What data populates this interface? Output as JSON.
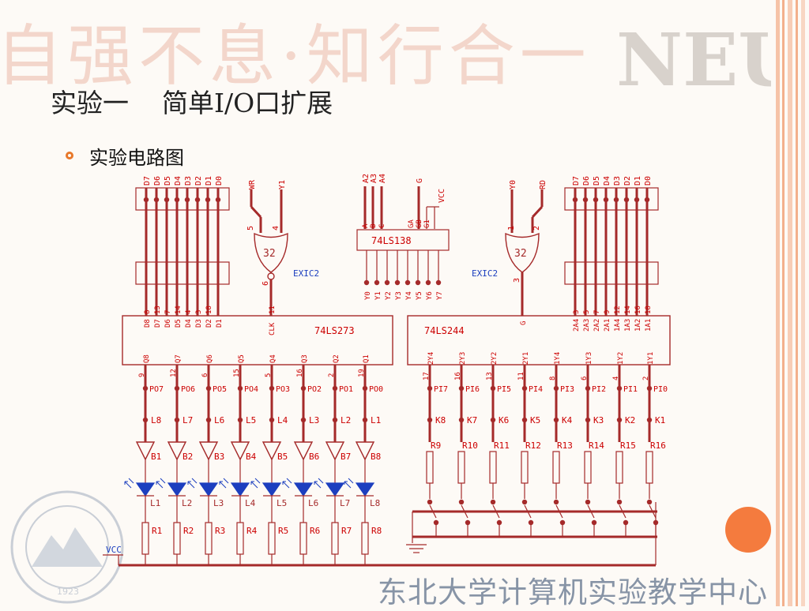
{
  "slide": {
    "title": "实验一    简单I/O口扩展",
    "bullet": "实验电路图",
    "footer": "东北大学计算机实验教学中心",
    "banner_text": "自强不息·知行合一",
    "banner_logo": "NEU",
    "seal_year": "1923",
    "accent": "#e8782a",
    "wire_color": "#a52a2a",
    "label_color": "#cc0000",
    "chip_label_color": "#1c3fbf"
  },
  "schematic": {
    "left_header_pins": [
      "D7",
      "D6",
      "D5",
      "D4",
      "D3",
      "D2",
      "D1",
      "D0"
    ],
    "gate_left_inputs": [
      "WR",
      "Y1"
    ],
    "gate_left_pins": {
      "in1": "5",
      "in2": "4",
      "out": "6",
      "name": "32",
      "label": "EXIC2"
    },
    "decoder_top_pins": [
      "A2",
      "A3",
      "A4",
      "G"
    ],
    "decoder_vcc": "VCC",
    "decoder_input_pins": [
      "A",
      "B",
      "C",
      "GA",
      "GB",
      "G1"
    ],
    "decoder_name": "74LS138",
    "decoder_outputs": [
      "Y0",
      "Y1",
      "Y2",
      "Y3",
      "Y4",
      "Y5",
      "Y6",
      "Y7"
    ],
    "gate_right_inputs": [
      "Y0",
      "RD"
    ],
    "gate_right_pins": {
      "in1": "1",
      "in2": "2",
      "out": "3",
      "name": "32",
      "label": "EXIC2"
    },
    "right_header_pins": [
      "D7",
      "D6",
      "D5",
      "D4",
      "D3",
      "D2",
      "D1",
      "D0"
    ],
    "latch": {
      "name": "74LS273",
      "d_pin_numbers": [
        "8",
        "13",
        "7",
        "14",
        "4",
        "3",
        "18"
      ],
      "d_pins": [
        "D8",
        "D7",
        "D6",
        "D5",
        "D4",
        "D3",
        "D2",
        "D1"
      ],
      "clk_number": "11",
      "clk": "CLK",
      "q_pins": [
        "Q8",
        "Q7",
        "Q6",
        "Q5",
        "Q4",
        "Q3",
        "Q2",
        "Q1"
      ],
      "q_numbers": [
        "9",
        "12",
        "6",
        "15",
        "5",
        "16",
        "2",
        "19"
      ]
    },
    "buffer": {
      "name": "74LS244",
      "g_pin": "G",
      "a_numbers": [
        "3",
        "5",
        "7",
        "9",
        "12",
        "14",
        "16",
        "18"
      ],
      "a_pins": [
        "2A4",
        "2A3",
        "2A2",
        "2A1",
        "1A4",
        "1A3",
        "1A2",
        "1A1"
      ],
      "y_pins": [
        "2Y4",
        "2Y3",
        "2Y2",
        "2Y1",
        "1Y4",
        "1Y3",
        "1Y2",
        "1Y1"
      ],
      "y_numbers": [
        "17",
        "16",
        "13",
        "11",
        "8",
        "6",
        "4",
        "2"
      ]
    },
    "out_ports": [
      "PO7",
      "PO6",
      "PO5",
      "PO4",
      "PO3",
      "PO2",
      "PO1",
      "PO0"
    ],
    "out_lines": [
      "L8",
      "L7",
      "L6",
      "L5",
      "L4",
      "L3",
      "L2",
      "L1"
    ],
    "in_ports": [
      "PI7",
      "PI6",
      "PI5",
      "PI4",
      "PI3",
      "PI2",
      "PI1",
      "PI0"
    ],
    "in_lines": [
      "K8",
      "K7",
      "K6",
      "K5",
      "K4",
      "K3",
      "K2",
      "K1"
    ],
    "buffers_out": [
      "B1",
      "B2",
      "B3",
      "B4",
      "B5",
      "B6",
      "B7",
      "B8"
    ],
    "leds": [
      "L1",
      "L2",
      "L3",
      "L4",
      "L5",
      "L6",
      "L7",
      "L8"
    ],
    "led_resistors": [
      "R1",
      "R2",
      "R3",
      "R4",
      "R5",
      "R6",
      "R7",
      "R8"
    ],
    "switch_resistors": [
      "R9",
      "R10",
      "R11",
      "R12",
      "R13",
      "R14",
      "R15",
      "R16"
    ],
    "vcc_label": "VCC"
  }
}
